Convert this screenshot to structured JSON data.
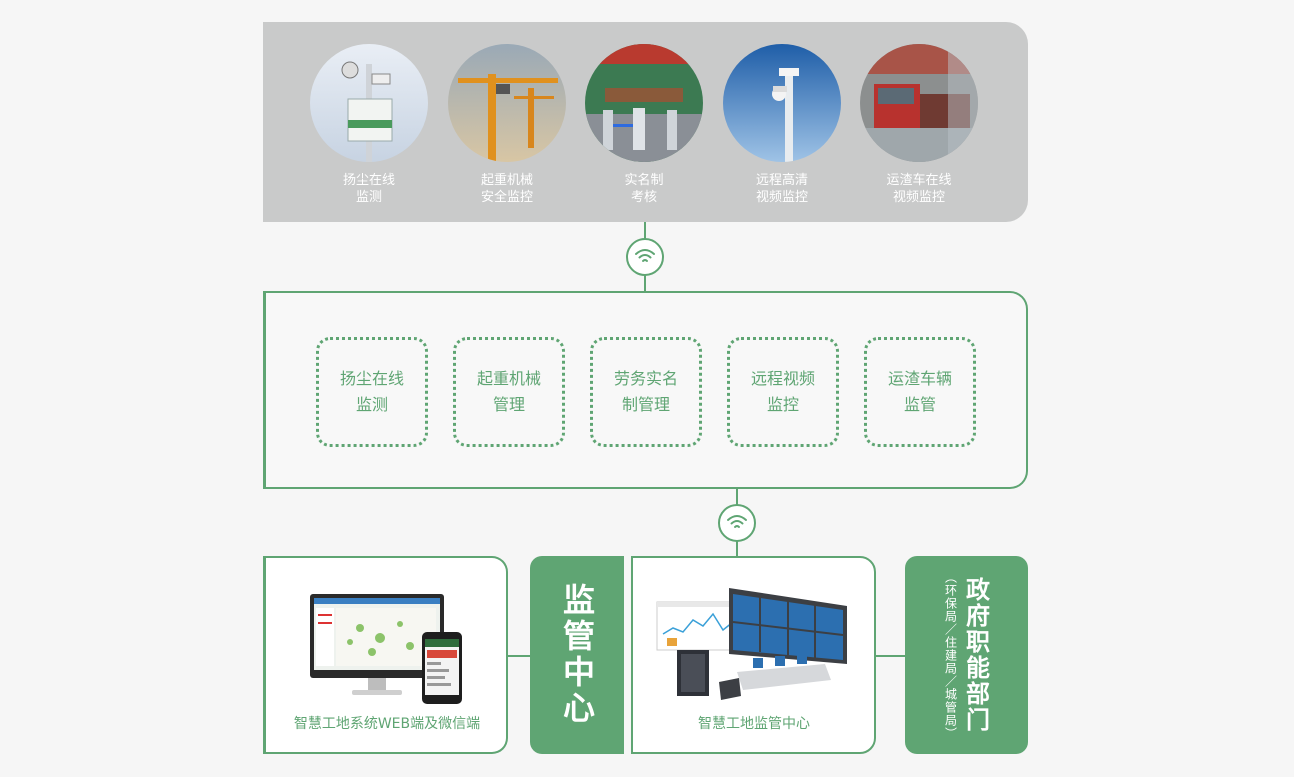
{
  "devices": [
    {
      "label_line1": "扬尘在线",
      "label_line2": "监测"
    },
    {
      "label_line1": "起重机械",
      "label_line2": "安全监控"
    },
    {
      "label_line1": "实名制",
      "label_line2": "考核"
    },
    {
      "label_line1": "远程高清",
      "label_line2": "视频监控"
    },
    {
      "label_line1": "运渣车在线",
      "label_line2": "视频监控"
    }
  ],
  "modules": [
    {
      "label": "扬尘在线\n监测"
    },
    {
      "label": "起重机械\n管理"
    },
    {
      "label": "劳务实名\n制管理"
    },
    {
      "label": "远程视频\n监控"
    },
    {
      "label": "运渣车辆\n监管"
    }
  ],
  "web_terminal": {
    "caption": "智慧工地系统WEB端及微信端"
  },
  "supervision_center": {
    "title": "监管中心"
  },
  "control_room": {
    "caption": "智慧工地监管中心"
  },
  "government": {
    "title": "政府职能部门",
    "note": "（环保局／住建局／城管局）"
  },
  "colors": {
    "brand_green": "#5fa573",
    "panel_grey": "#c9caca"
  }
}
